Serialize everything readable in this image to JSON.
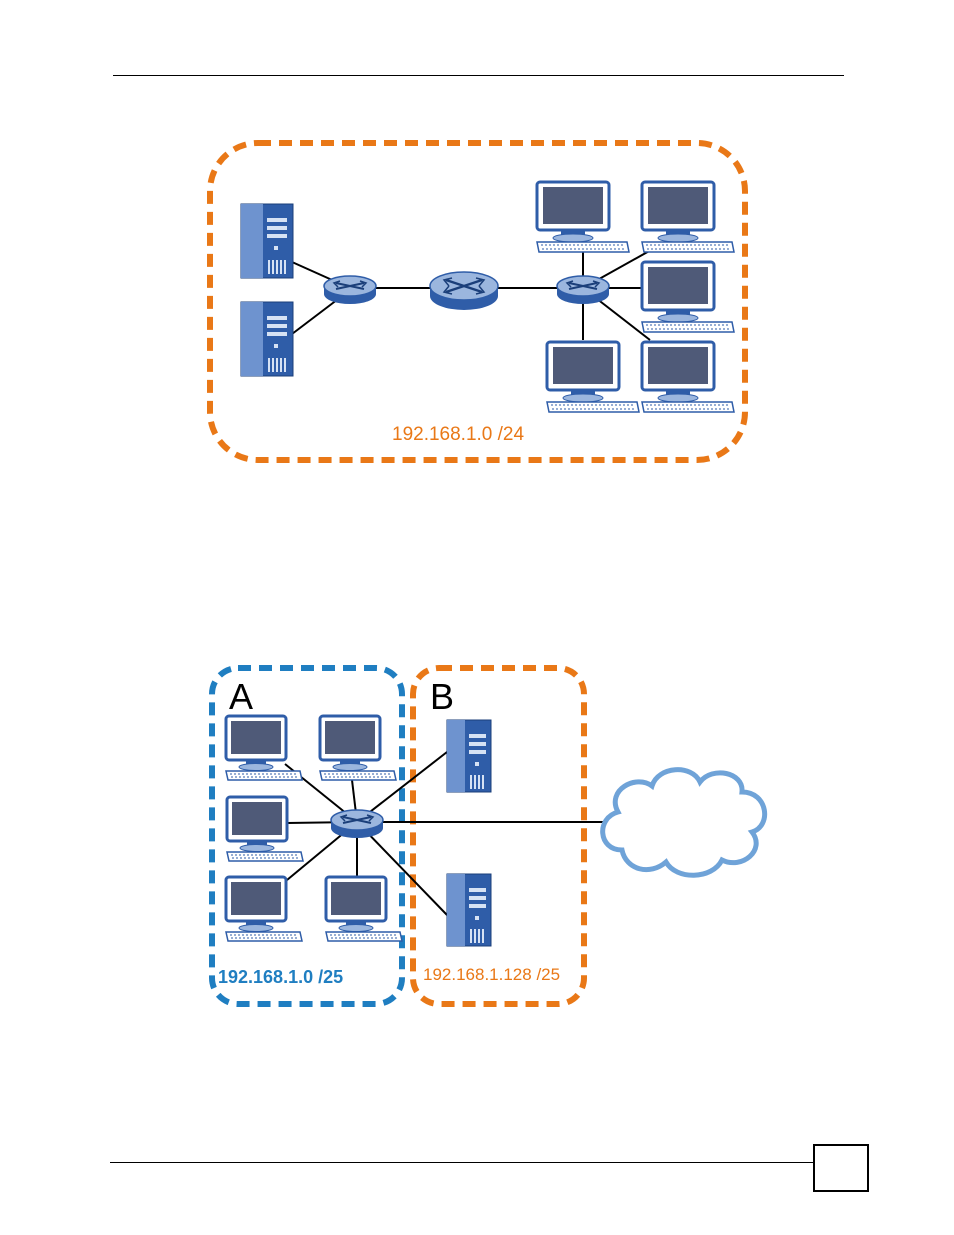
{
  "diagram1": {
    "network_label": "192.168.1.0 /24",
    "colors": {
      "boundary": "#E97817",
      "label": "#E97817"
    }
  },
  "diagram2": {
    "subnet_a": {
      "letter": "A",
      "label": "192.168.1.0 /25",
      "color": "#1F7EC1"
    },
    "subnet_b": {
      "letter": "B",
      "label": "192.168.1.128 /25",
      "color": "#E97817"
    }
  },
  "icons": {
    "device_color": "#2F5DA8",
    "device_light": "#9BB6DE",
    "screen_color": "#4F5A78",
    "cloud_color": "#6FA3D8"
  }
}
